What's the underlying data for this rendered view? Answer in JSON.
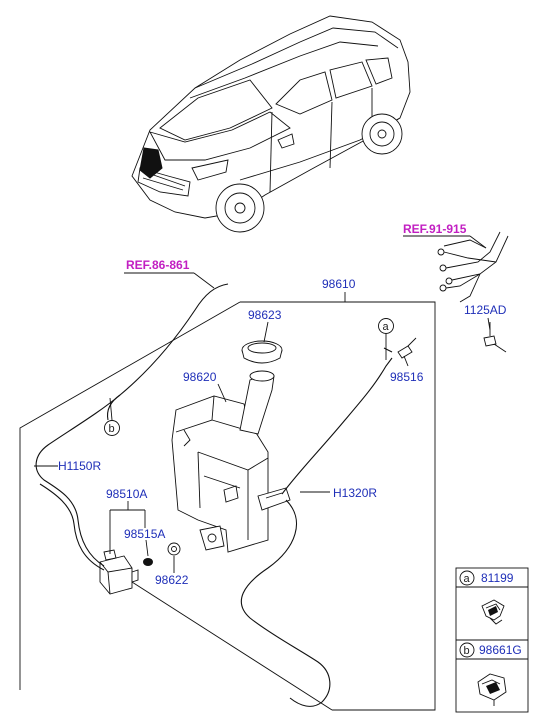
{
  "references": {
    "ref1": "REF.86-861",
    "ref2": "REF.91-915"
  },
  "parts": {
    "p98610": "98610",
    "p98623": "98623",
    "p98620": "98620",
    "p98516": "98516",
    "p1125AD": "1125AD",
    "pH1150R": "H1150R",
    "pH1320R": "H1320R",
    "p98510A": "98510A",
    "p98515A": "98515A",
    "p98622": "98622"
  },
  "callouts": {
    "a": "a",
    "b": "b"
  },
  "legend": {
    "row_a": {
      "letter": "a",
      "part": "81199"
    },
    "row_b": {
      "letter": "b",
      "part": "98661G"
    }
  },
  "colors": {
    "part_label": "#1f2fb8",
    "ref_label": "#c21fc2",
    "line": "#111111"
  }
}
